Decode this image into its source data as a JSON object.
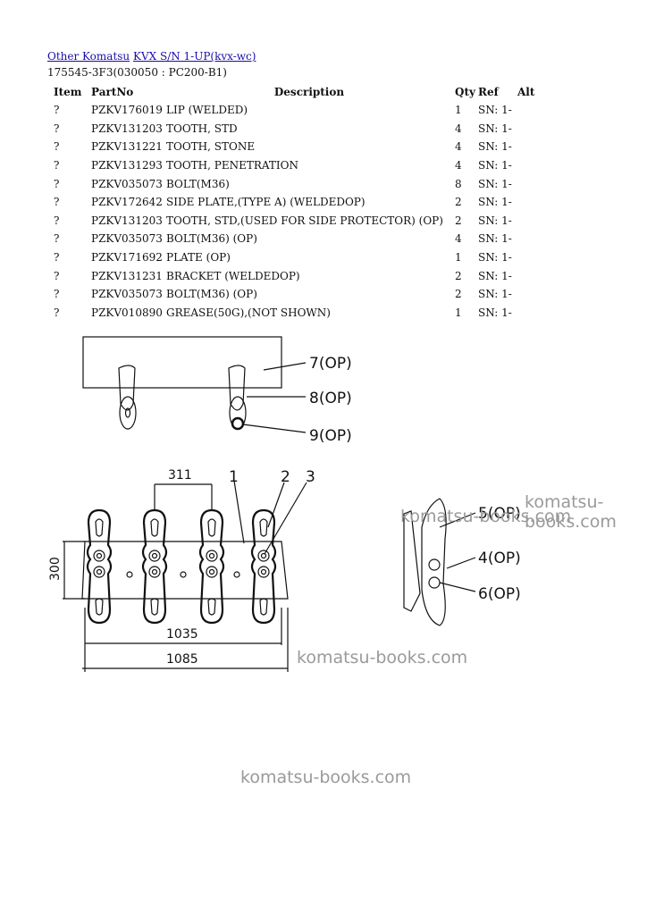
{
  "breadcrumb": {
    "link1": "Other Komatsu",
    "link2": "KVX S/N 1-UP(kvx-wc)"
  },
  "subtitle": "175545-3F3(030050 : PC200-B1)",
  "table": {
    "headers": {
      "item": "Item",
      "partno": "PartNo",
      "description": "Description",
      "qty": "Qty",
      "ref": "Ref",
      "alt": "Alt"
    },
    "rows": [
      {
        "item": "?",
        "partno": "PZKV176019",
        "description": "LIP (WELDED)",
        "qty": "1",
        "ref": "SN: 1-"
      },
      {
        "item": "?",
        "partno": "PZKV131203",
        "description": "TOOTH, STD",
        "qty": "4",
        "ref": "SN: 1-"
      },
      {
        "item": "?",
        "partno": "PZKV131221",
        "description": "TOOTH, STONE",
        "qty": "4",
        "ref": "SN: 1-"
      },
      {
        "item": "?",
        "partno": "PZKV131293",
        "description": "TOOTH, PENETRATION",
        "qty": "4",
        "ref": "SN: 1-"
      },
      {
        "item": "?",
        "partno": "PZKV035073",
        "description": "BOLT(M36)",
        "qty": "8",
        "ref": "SN: 1-"
      },
      {
        "item": "?",
        "partno": "PZKV172642",
        "description": "SIDE PLATE,(TYPE A) (WELDEDOP)",
        "qty": "2",
        "ref": "SN: 1-"
      },
      {
        "item": "?",
        "partno": "PZKV131203",
        "description": "TOOTH, STD,(USED FOR SIDE PROTECTOR) (OP)",
        "qty": "2",
        "ref": "SN: 1-"
      },
      {
        "item": "?",
        "partno": "PZKV035073",
        "description": "BOLT(M36) (OP)",
        "qty": "4",
        "ref": "SN: 1-"
      },
      {
        "item": "?",
        "partno": "PZKV171692",
        "description": "PLATE (OP)",
        "qty": "1",
        "ref": "SN: 1-"
      },
      {
        "item": "?",
        "partno": "PZKV131231",
        "description": "BRACKET (WELDEDOP)",
        "qty": "2",
        "ref": "SN: 1-"
      },
      {
        "item": "?",
        "partno": "PZKV035073",
        "description": "BOLT(M36) (OP)",
        "qty": "2",
        "ref": "SN: 1-"
      },
      {
        "item": "?",
        "partno": "PZKV010890",
        "description": "GREASE(50G),(NOT SHOWN)",
        "qty": "1",
        "ref": "SN: 1-"
      }
    ]
  },
  "diagram": {
    "callouts": {
      "c7": "7(OP)",
      "c8": "8(OP)",
      "c9": "9(OP)",
      "c1": "1",
      "c2": "2",
      "c3": "3",
      "c5": "5(OP)",
      "c4": "4(OP)",
      "c6": "6(OP)"
    },
    "dims": {
      "d311": "311",
      "d300": "300",
      "d1035": "1035",
      "d1085": "1085"
    }
  },
  "watermarks": {
    "w1": "komatsu-books.com",
    "w2": "komatsu-books.com",
    "w3": "komatsu-books.com",
    "w4": "komatsu-books.com"
  }
}
